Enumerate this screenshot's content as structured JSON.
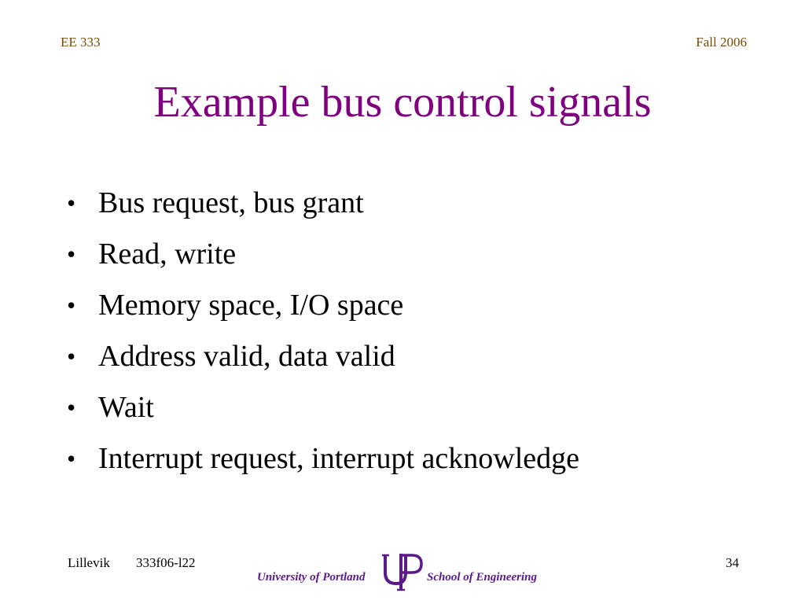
{
  "header": {
    "course": "EE 333",
    "term": "Fall 2006"
  },
  "slide": {
    "title": "Example bus control signals",
    "bullets": [
      "Bus request, bus grant",
      "Read, write",
      "Memory space, I/O space",
      "Address valid, data valid",
      "Wait",
      "Interrupt request, interrupt acknowledge"
    ]
  },
  "footer": {
    "author": "Lillevik",
    "code": "333f06-l22",
    "page": "34",
    "university": "University of Portland",
    "school": "School of Engineering",
    "logo_text": "UP",
    "logo_color": "#5a1a8a"
  }
}
